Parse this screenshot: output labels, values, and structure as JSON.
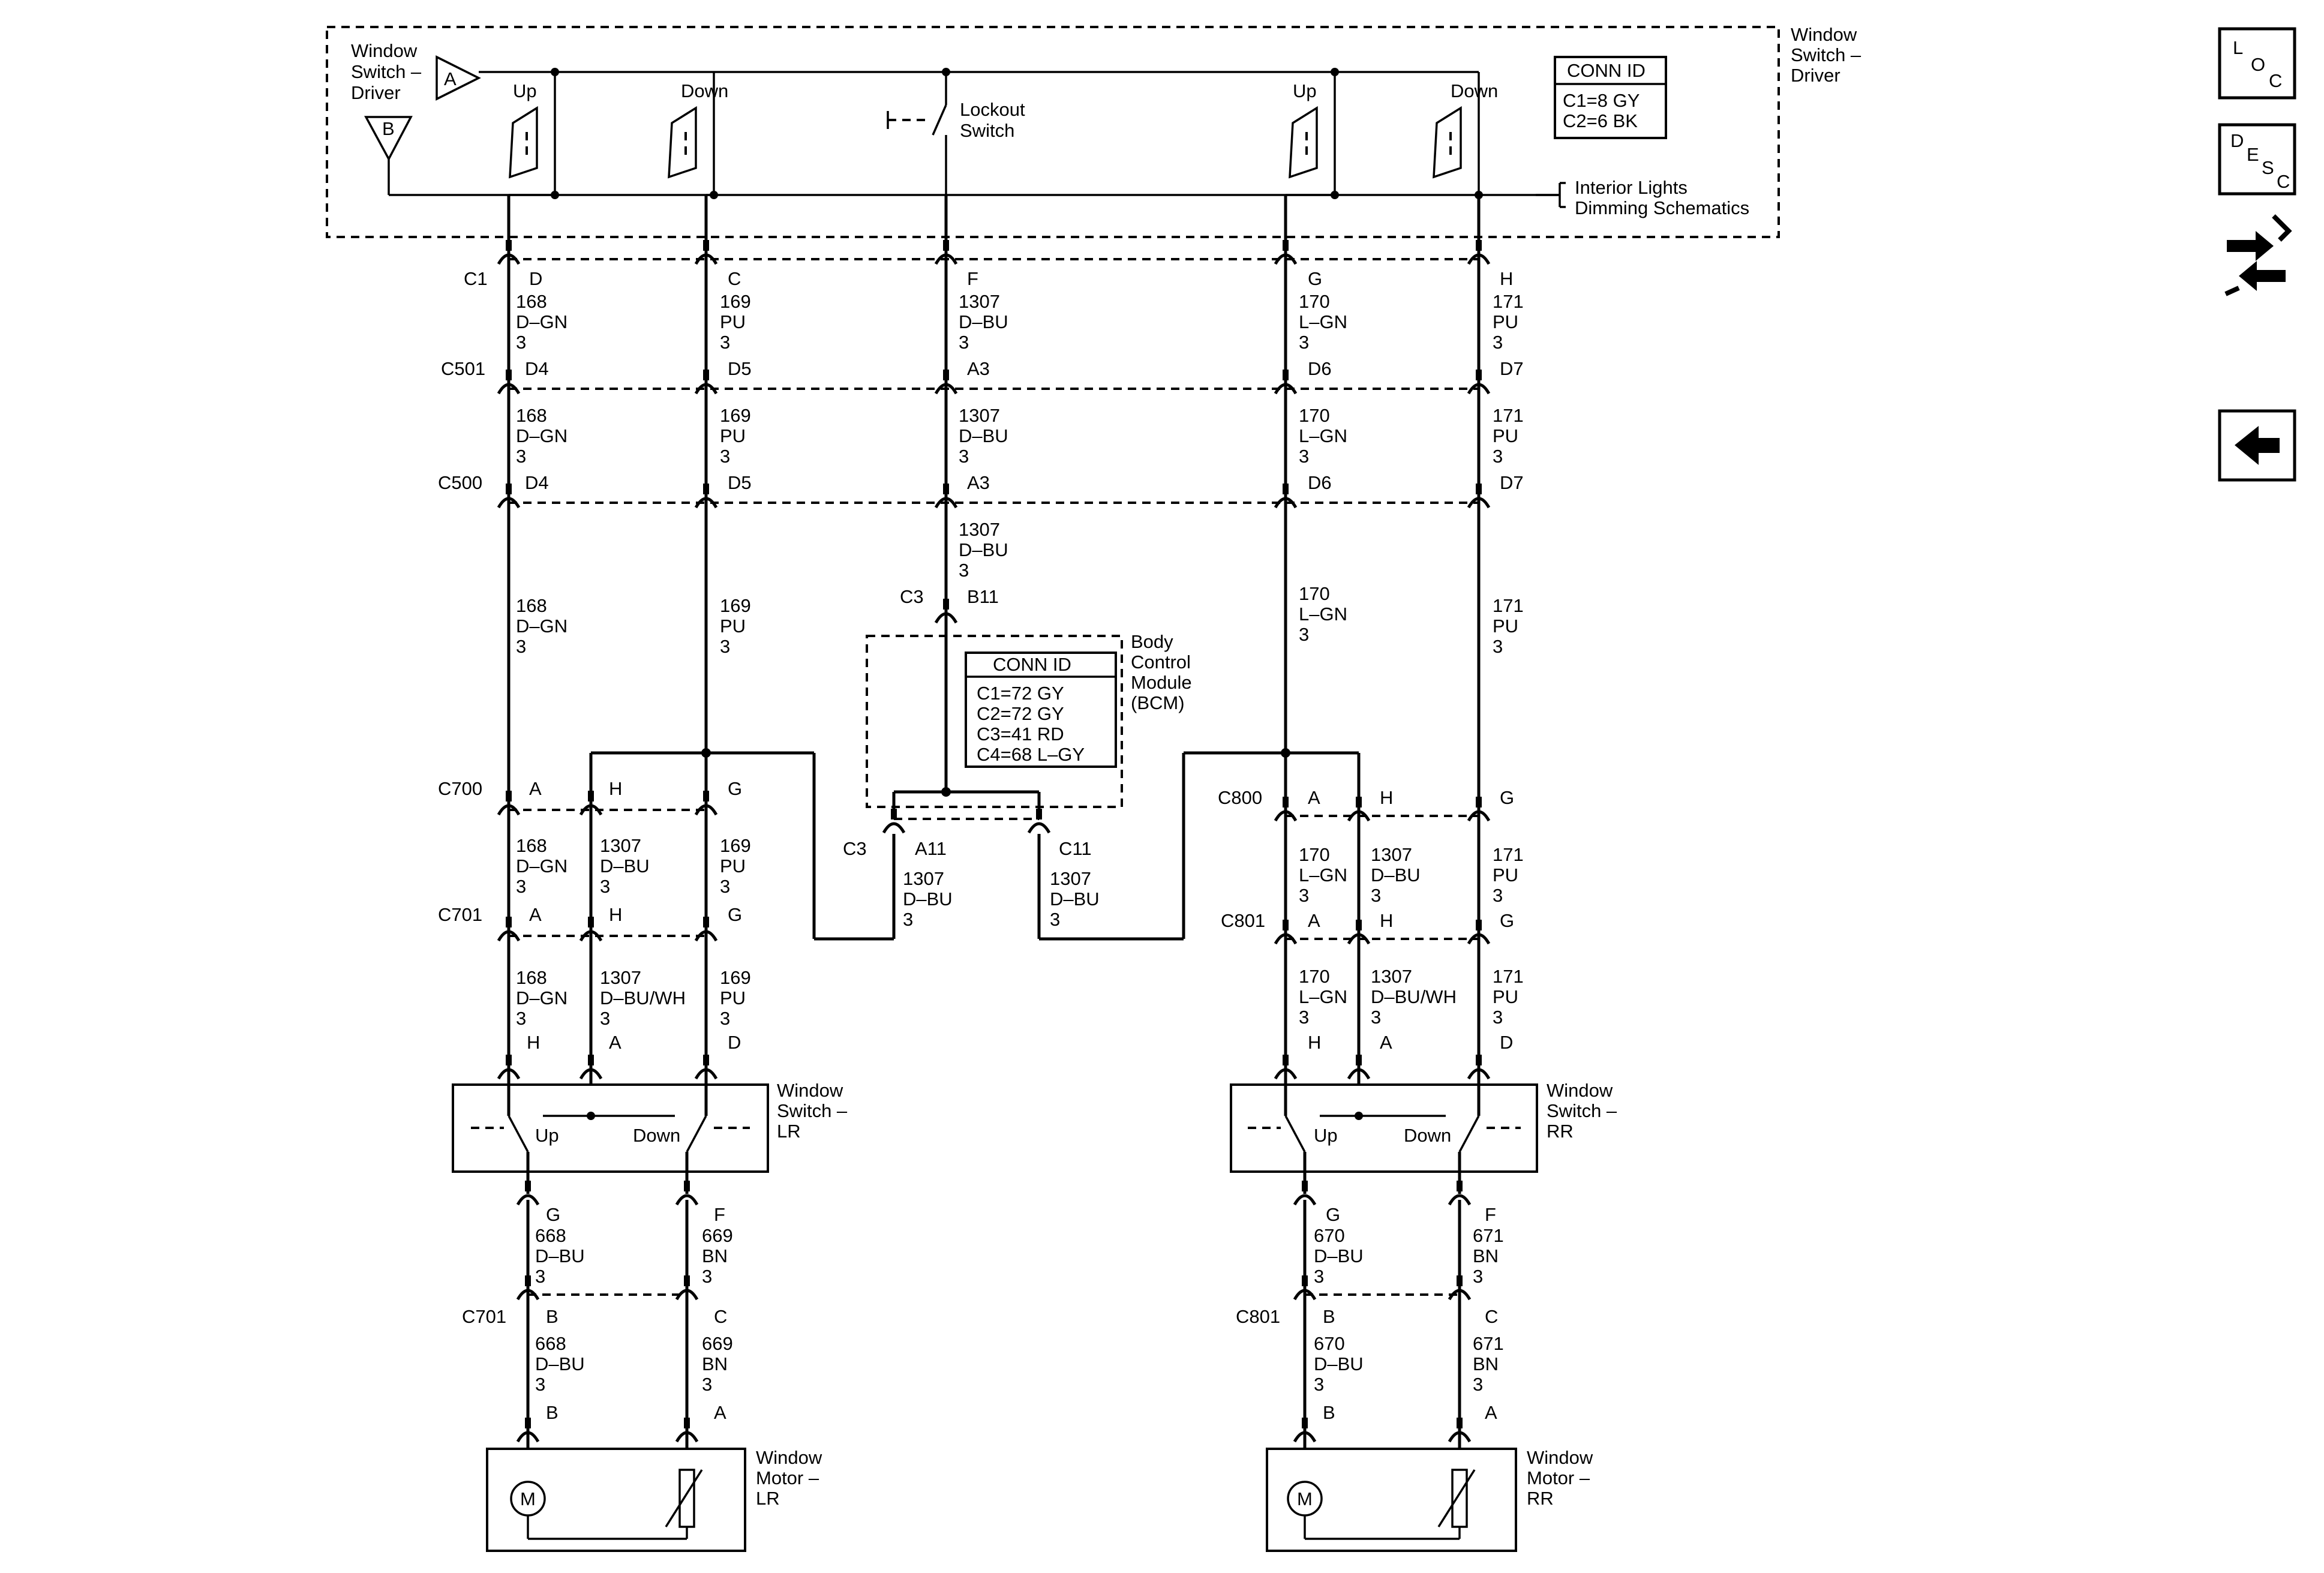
{
  "driver_switch": {
    "name_lines": [
      "Window",
      "Switch –",
      "Driver"
    ],
    "name_lines_right": [
      "Window",
      "Switch –",
      "Driver"
    ],
    "terminal_a": "A",
    "terminal_b": "B",
    "up_label": "Up",
    "down_label": "Down",
    "lockout_lines": [
      "Lockout",
      "Switch"
    ],
    "interior_lines": [
      "Interior Lights",
      "Dimming Schematics"
    ],
    "conn_title": "CONN ID",
    "conn_rows": [
      "C1=8 GY",
      "C2=6 BK"
    ]
  },
  "bcm": {
    "name_lines": [
      "Body",
      "Control",
      "Module",
      "(BCM)"
    ],
    "conn_title": "CONN ID",
    "conn_rows": [
      "C1=72 GY",
      "C2=72 GY",
      "C3=41 RD",
      "C4=68 L–GY"
    ],
    "top_conn": "C3",
    "top_pin": "B11",
    "left_conn": "C3",
    "left_pin": "A11",
    "right_pin": "C11",
    "left_wire": [
      "1307",
      "D–BU",
      "3"
    ],
    "right_wire": [
      "1307",
      "D–BU",
      "3"
    ],
    "top_wire": [
      "1307",
      "D–BU",
      "3"
    ]
  },
  "connectors": {
    "c1": "C1",
    "c501": "C501",
    "c500": "C500",
    "c700": "C700",
    "c701": "C701",
    "c800": "C800",
    "c801": "C801",
    "c701b": "C701",
    "c801b": "C801"
  },
  "columns": [
    {
      "pins": [
        "D",
        "D4",
        "D4"
      ],
      "w1": [
        "168",
        "D–GN",
        "3"
      ],
      "w2": [
        "168",
        "D–GN",
        "3"
      ],
      "w3": [
        "168",
        "D–GN",
        "3"
      ]
    },
    {
      "pins": [
        "C",
        "D5",
        "D5"
      ],
      "w1": [
        "169",
        "PU",
        "3"
      ],
      "w2": [
        "169",
        "PU",
        "3"
      ],
      "w3": [
        "169",
        "PU",
        "3"
      ]
    },
    {
      "pins": [
        "F",
        "A3",
        "A3"
      ],
      "w1": [
        "1307",
        "D–BU",
        "3"
      ],
      "w2": [
        "1307",
        "D–BU",
        "3"
      ]
    },
    {
      "pins": [
        "G",
        "D6",
        "D6"
      ],
      "w1": [
        "170",
        "L–GN",
        "3"
      ],
      "w2": [
        "170",
        "L–GN",
        "3"
      ],
      "w3": [
        "170",
        "L–GN",
        "3"
      ]
    },
    {
      "pins": [
        "H",
        "D7",
        "D7"
      ],
      "w1": [
        "171",
        "PU",
        "3"
      ],
      "w2": [
        "171",
        "PU",
        "3"
      ],
      "w3": [
        "171",
        "PU",
        "3"
      ]
    }
  ],
  "left_rear": {
    "c700_pins": [
      "A",
      "H",
      "G"
    ],
    "c701_pins": [
      "A",
      "H",
      "G"
    ],
    "sw_pins": [
      "H",
      "A",
      "D"
    ],
    "mid_wires": [
      [
        "168",
        "D–GN",
        "3"
      ],
      [
        "1307",
        "D–BU",
        "3"
      ],
      [
        "169",
        "PU",
        "3"
      ]
    ],
    "low_wires": [
      [
        "168",
        "D–GN",
        "3"
      ],
      [
        "1307",
        "D–BU/WH",
        "3"
      ],
      [
        "169",
        "PU",
        "3"
      ]
    ],
    "switch_name": [
      "Window",
      "Switch –",
      "LR"
    ],
    "up_label": "Up",
    "down_label": "Down",
    "out_pins": [
      "G",
      "F"
    ],
    "out_wires": [
      [
        "668",
        "D–BU",
        "3"
      ],
      [
        "669",
        "BN",
        "3"
      ]
    ],
    "c701_lower_pins": [
      "B",
      "C"
    ],
    "motor_wires": [
      [
        "668",
        "D–BU",
        "3"
      ],
      [
        "669",
        "BN",
        "3"
      ]
    ],
    "motor_pins": [
      "B",
      "A"
    ],
    "motor_name": [
      "Window",
      "Motor –",
      "LR"
    ],
    "motor_symbol": "M"
  },
  "right_rear": {
    "c800_pins": [
      "A",
      "H",
      "G"
    ],
    "c801_pins": [
      "A",
      "H",
      "G"
    ],
    "sw_pins": [
      "H",
      "A",
      "D"
    ],
    "mid_wires": [
      [
        "170",
        "L–GN",
        "3"
      ],
      [
        "1307",
        "D–BU",
        "3"
      ],
      [
        "171",
        "PU",
        "3"
      ]
    ],
    "low_wires": [
      [
        "170",
        "L–GN",
        "3"
      ],
      [
        "1307",
        "D–BU/WH",
        "3"
      ],
      [
        "171",
        "PU",
        "3"
      ]
    ],
    "switch_name": [
      "Window",
      "Switch –",
      "RR"
    ],
    "up_label": "Up",
    "down_label": "Down",
    "out_pins": [
      "G",
      "F"
    ],
    "out_wires": [
      [
        "670",
        "D–BU",
        "3"
      ],
      [
        "671",
        "BN",
        "3"
      ]
    ],
    "c801_lower_pins": [
      "B",
      "C"
    ],
    "motor_wires": [
      [
        "670",
        "D–BU",
        "3"
      ],
      [
        "671",
        "BN",
        "3"
      ]
    ],
    "motor_pins": [
      "B",
      "A"
    ],
    "motor_name": [
      "Window",
      "Motor –",
      "RR"
    ],
    "motor_symbol": "M"
  },
  "sidebar": {
    "loc": [
      "L",
      "O",
      "C"
    ],
    "desc": [
      "D",
      "E",
      "S",
      "C"
    ],
    "connector_icon": "connector-swap-icon",
    "back_icon": "back-arrow-icon"
  }
}
